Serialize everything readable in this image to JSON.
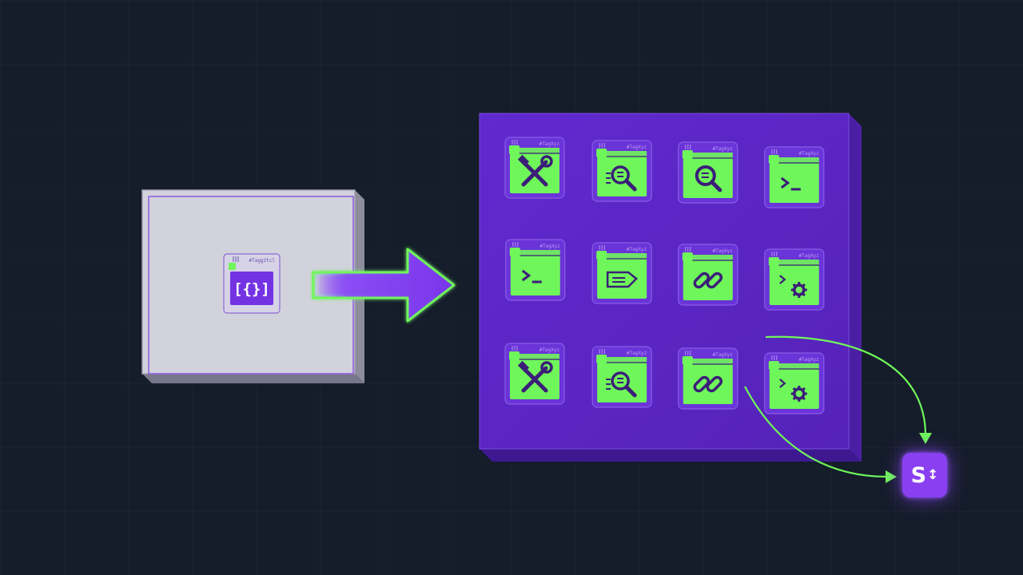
{
  "source": {
    "tag": "#Tagg2tcl",
    "glyph": "[{}]",
    "icon": "json-braces-icon"
  },
  "tile_tag": "#TagXyz",
  "tiles": [
    {
      "icon": "tools-icon"
    },
    {
      "icon": "document-search-icon"
    },
    {
      "icon": "magnify-icon"
    },
    {
      "icon": "terminal-icon"
    },
    {
      "icon": "terminal-icon"
    },
    {
      "icon": "folder-arrow-icon"
    },
    {
      "icon": "link-icon"
    },
    {
      "icon": "terminal-settings-icon"
    },
    {
      "icon": "tools-icon"
    },
    {
      "icon": "document-search-icon"
    },
    {
      "icon": "link-icon"
    },
    {
      "icon": "terminal-settings-icon"
    }
  ],
  "output_badge": {
    "letter": "S",
    "arrow": "↕",
    "icon": "output-s-icon"
  },
  "colors": {
    "background": "#151c2a",
    "accent_green": "#6ff65a",
    "accent_purple": "#7a3fe8",
    "panel_purple": "#5a26c6",
    "source_panel": "#d2d2dc"
  }
}
